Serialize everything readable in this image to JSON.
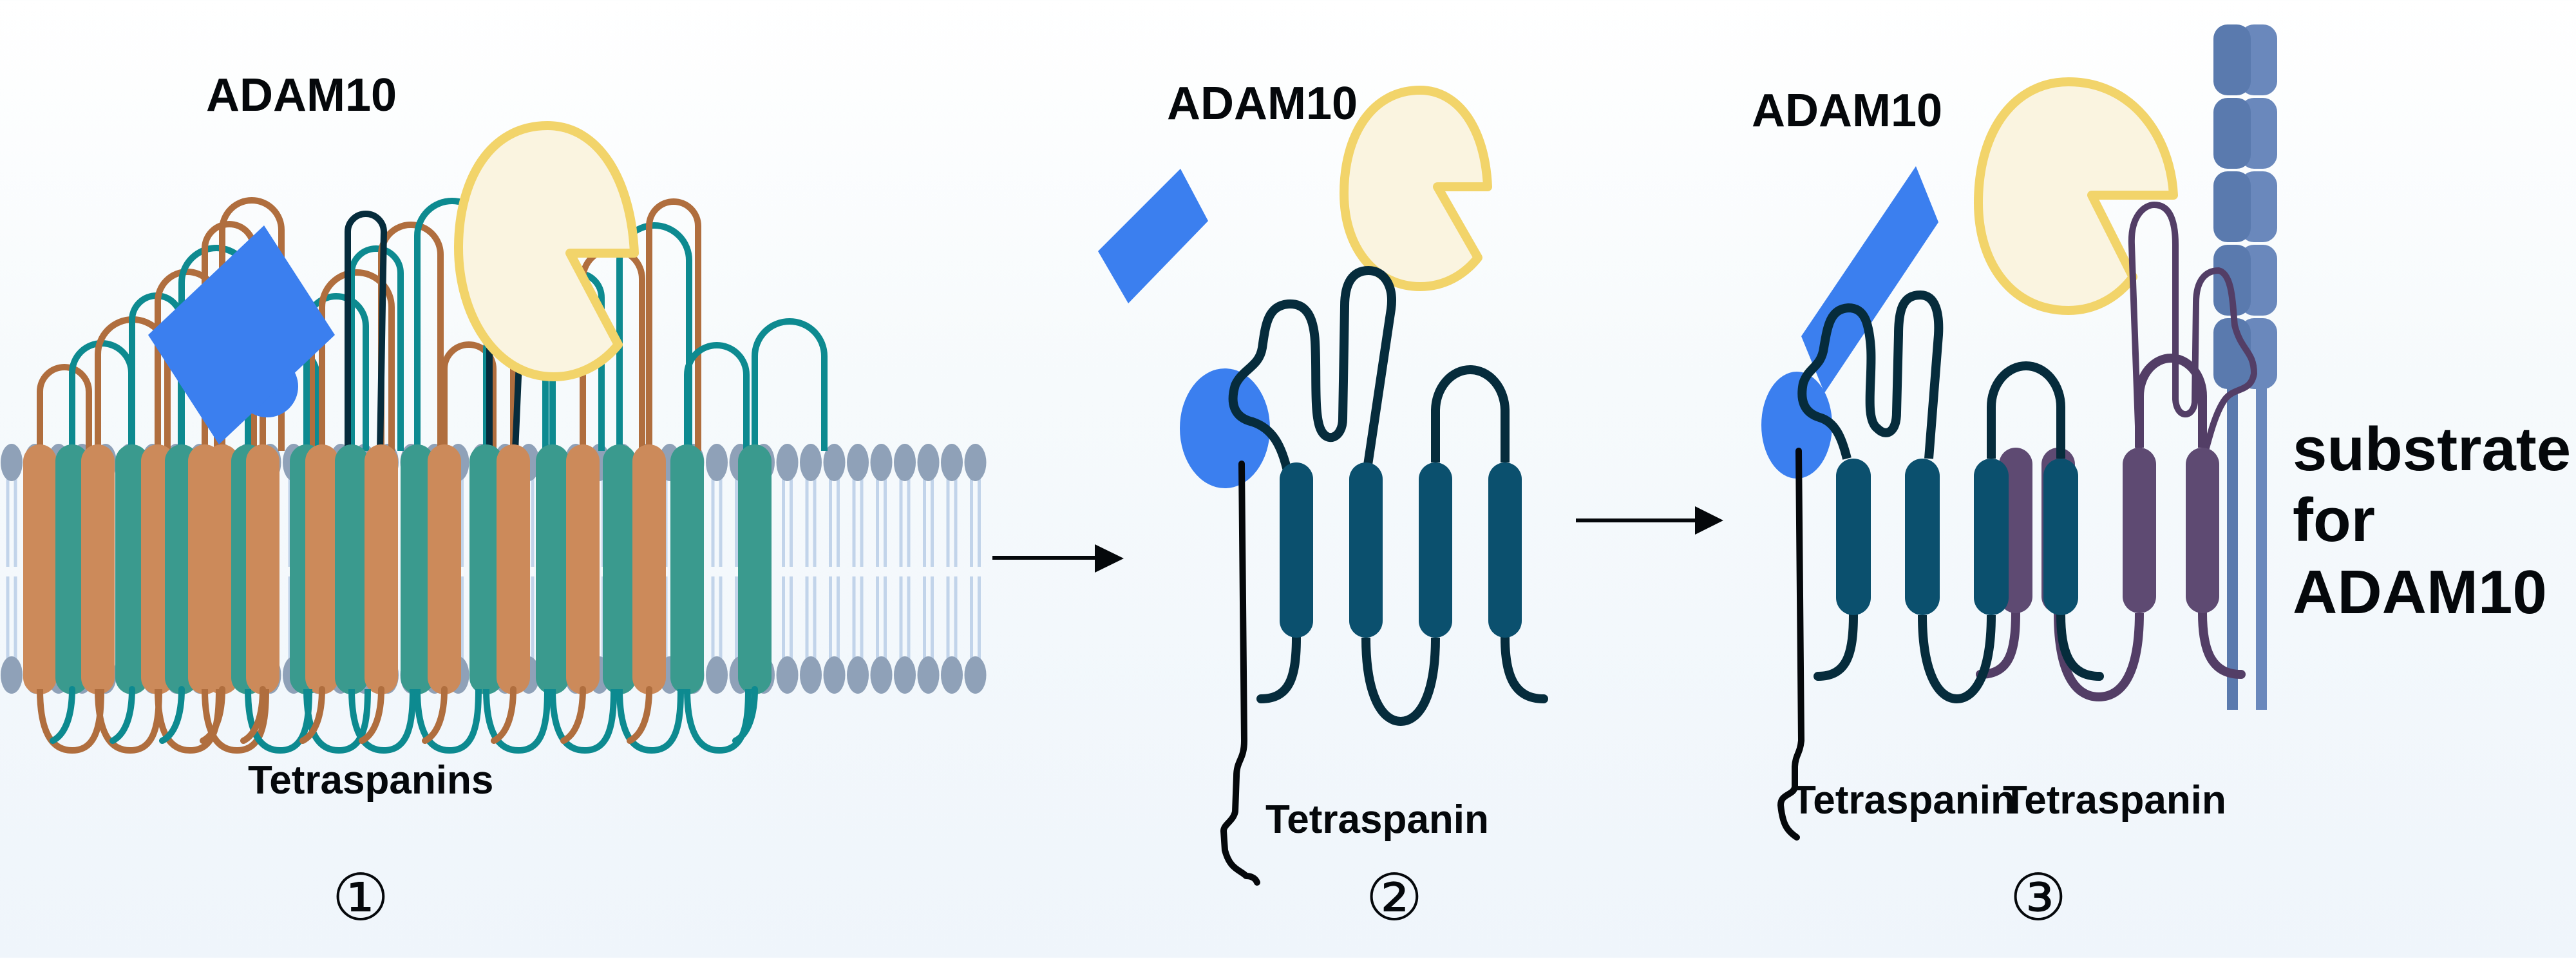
{
  "figure": {
    "panels": [
      {
        "id": 1,
        "enzyme_label": "ADAM10",
        "tetraspanin_label": "Tetraspanins",
        "step_marker": "①"
      },
      {
        "id": 2,
        "enzyme_label": "ADAM10",
        "tetraspanin_label": "Tetraspanin",
        "step_marker": "②"
      },
      {
        "id": 3,
        "enzyme_label": "ADAM10",
        "tetraspanin_labels": [
          "Tetraspanin",
          "Tetraspanin"
        ],
        "substrate_label_lines": [
          "substrate",
          "for",
          "ADAM10"
        ],
        "step_marker": "③"
      }
    ],
    "colors": {
      "adam_blue": "#3b7fef",
      "adam_catalytic_fill": "#faf4e0",
      "adam_catalytic_stroke": "#f2d46a",
      "tsp_orange": "#cc8a5a",
      "tsp_orange_loop": "#b06e3e",
      "tsp_teal": "#3a9a8e",
      "tsp_teal_loop": "#0d8a90",
      "tsp_navy": "#0b506e",
      "tsp_navy_loop": "#062c3c",
      "tsp_purple": "#5e4a72",
      "tsp_purple_loop": "#533e66",
      "substrate_blue": "#5a7aae",
      "substrate_blue_light": "#6a88bc",
      "lipid_head": "#8fa1b8",
      "lipid_tail": "#c2d4ea",
      "arrow": "#05080b"
    }
  }
}
